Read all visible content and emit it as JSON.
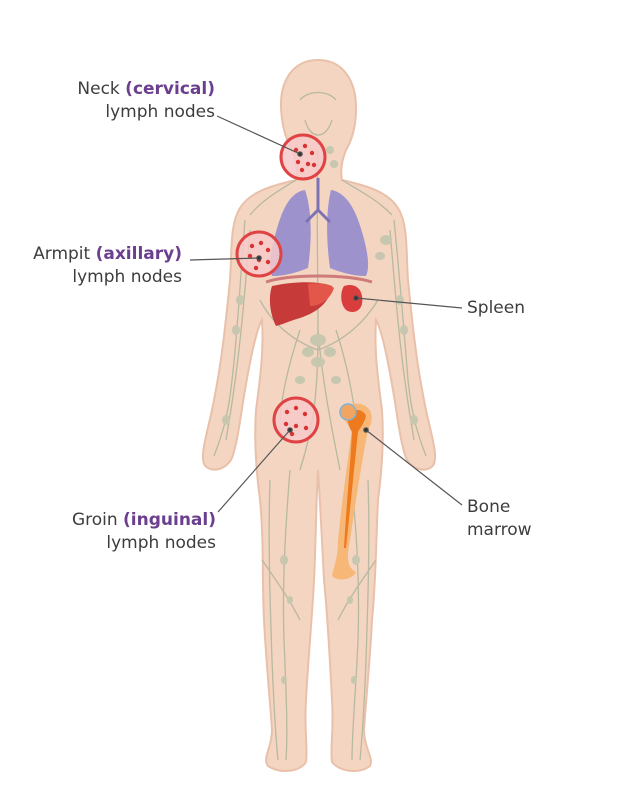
{
  "labels": {
    "neck": {
      "line1_plain": "Neck ",
      "line1_emph": "(cervical)",
      "line2": "lymph nodes"
    },
    "armpit": {
      "line1_plain": "Armpit ",
      "line1_emph": "(axillary)",
      "line2": "lymph nodes"
    },
    "groin": {
      "line1_plain": "Groin ",
      "line1_emph": "(inguinal)",
      "line2": "lymph nodes"
    },
    "spleen": {
      "line1": "Spleen"
    },
    "bone_marrow": {
      "line1": "Bone",
      "line2": "marrow"
    }
  },
  "colors": {
    "skin": "#f4d5c2",
    "skin_outline": "#e9c0aa",
    "lymph_vessel": "#b7b9a0",
    "lymph_node": "#c6c7ae",
    "lung": "#9d92cc",
    "lung_dark": "#7d72b5",
    "liver": "#c63a3a",
    "liver_light": "#e2574a",
    "spleen": "#d93d3d",
    "bone": "#f7b877",
    "bone_marrow": "#ee7a1f",
    "node_circle_fill": "#f6c9c9",
    "node_circle_stroke": "#e04343",
    "node_dot": "#d83232",
    "leader": "#555555",
    "emphasis_text": "#6b3f8e"
  }
}
